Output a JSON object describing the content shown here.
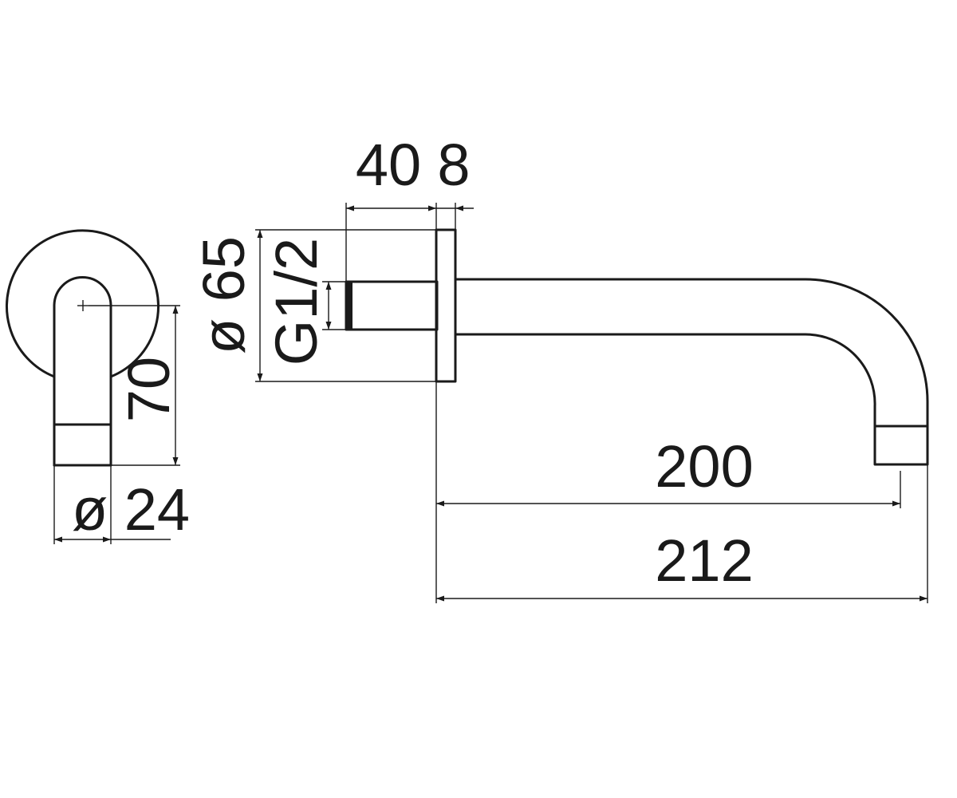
{
  "drawing": {
    "line_color": "#1a1a1a",
    "background": "#ffffff",
    "dimensions": {
      "depth_40": "40",
      "flange_8": "8",
      "flange_diameter": "ø 65",
      "thread": "G1/2",
      "drop_70": "70",
      "spout_diameter": "ø 24",
      "reach_200": "200",
      "overall_212": "212"
    }
  }
}
